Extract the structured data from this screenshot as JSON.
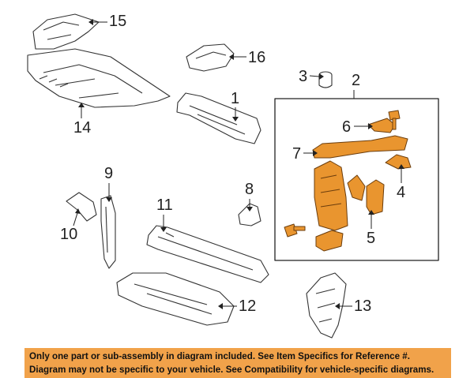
{
  "callouts": {
    "c1": "1",
    "c2": "2",
    "c3": "3",
    "c4": "4",
    "c5": "5",
    "c6": "6",
    "c7": "7",
    "c8": "8",
    "c9": "9",
    "c10": "10",
    "c11": "11",
    "c12": "12",
    "c13": "13",
    "c14": "14",
    "c15": "15",
    "c16": "16"
  },
  "disclaimer": {
    "line1": "Only one part or sub-assembly in diagram included. See Item Specifics for Reference #.",
    "line2": "Diagram may not be specific to your vehicle. See Compatibility for vehicle-specific diagrams."
  },
  "colors": {
    "highlight_part": "#e9952f",
    "banner": "#f1a24a",
    "line_art": "#333333"
  }
}
